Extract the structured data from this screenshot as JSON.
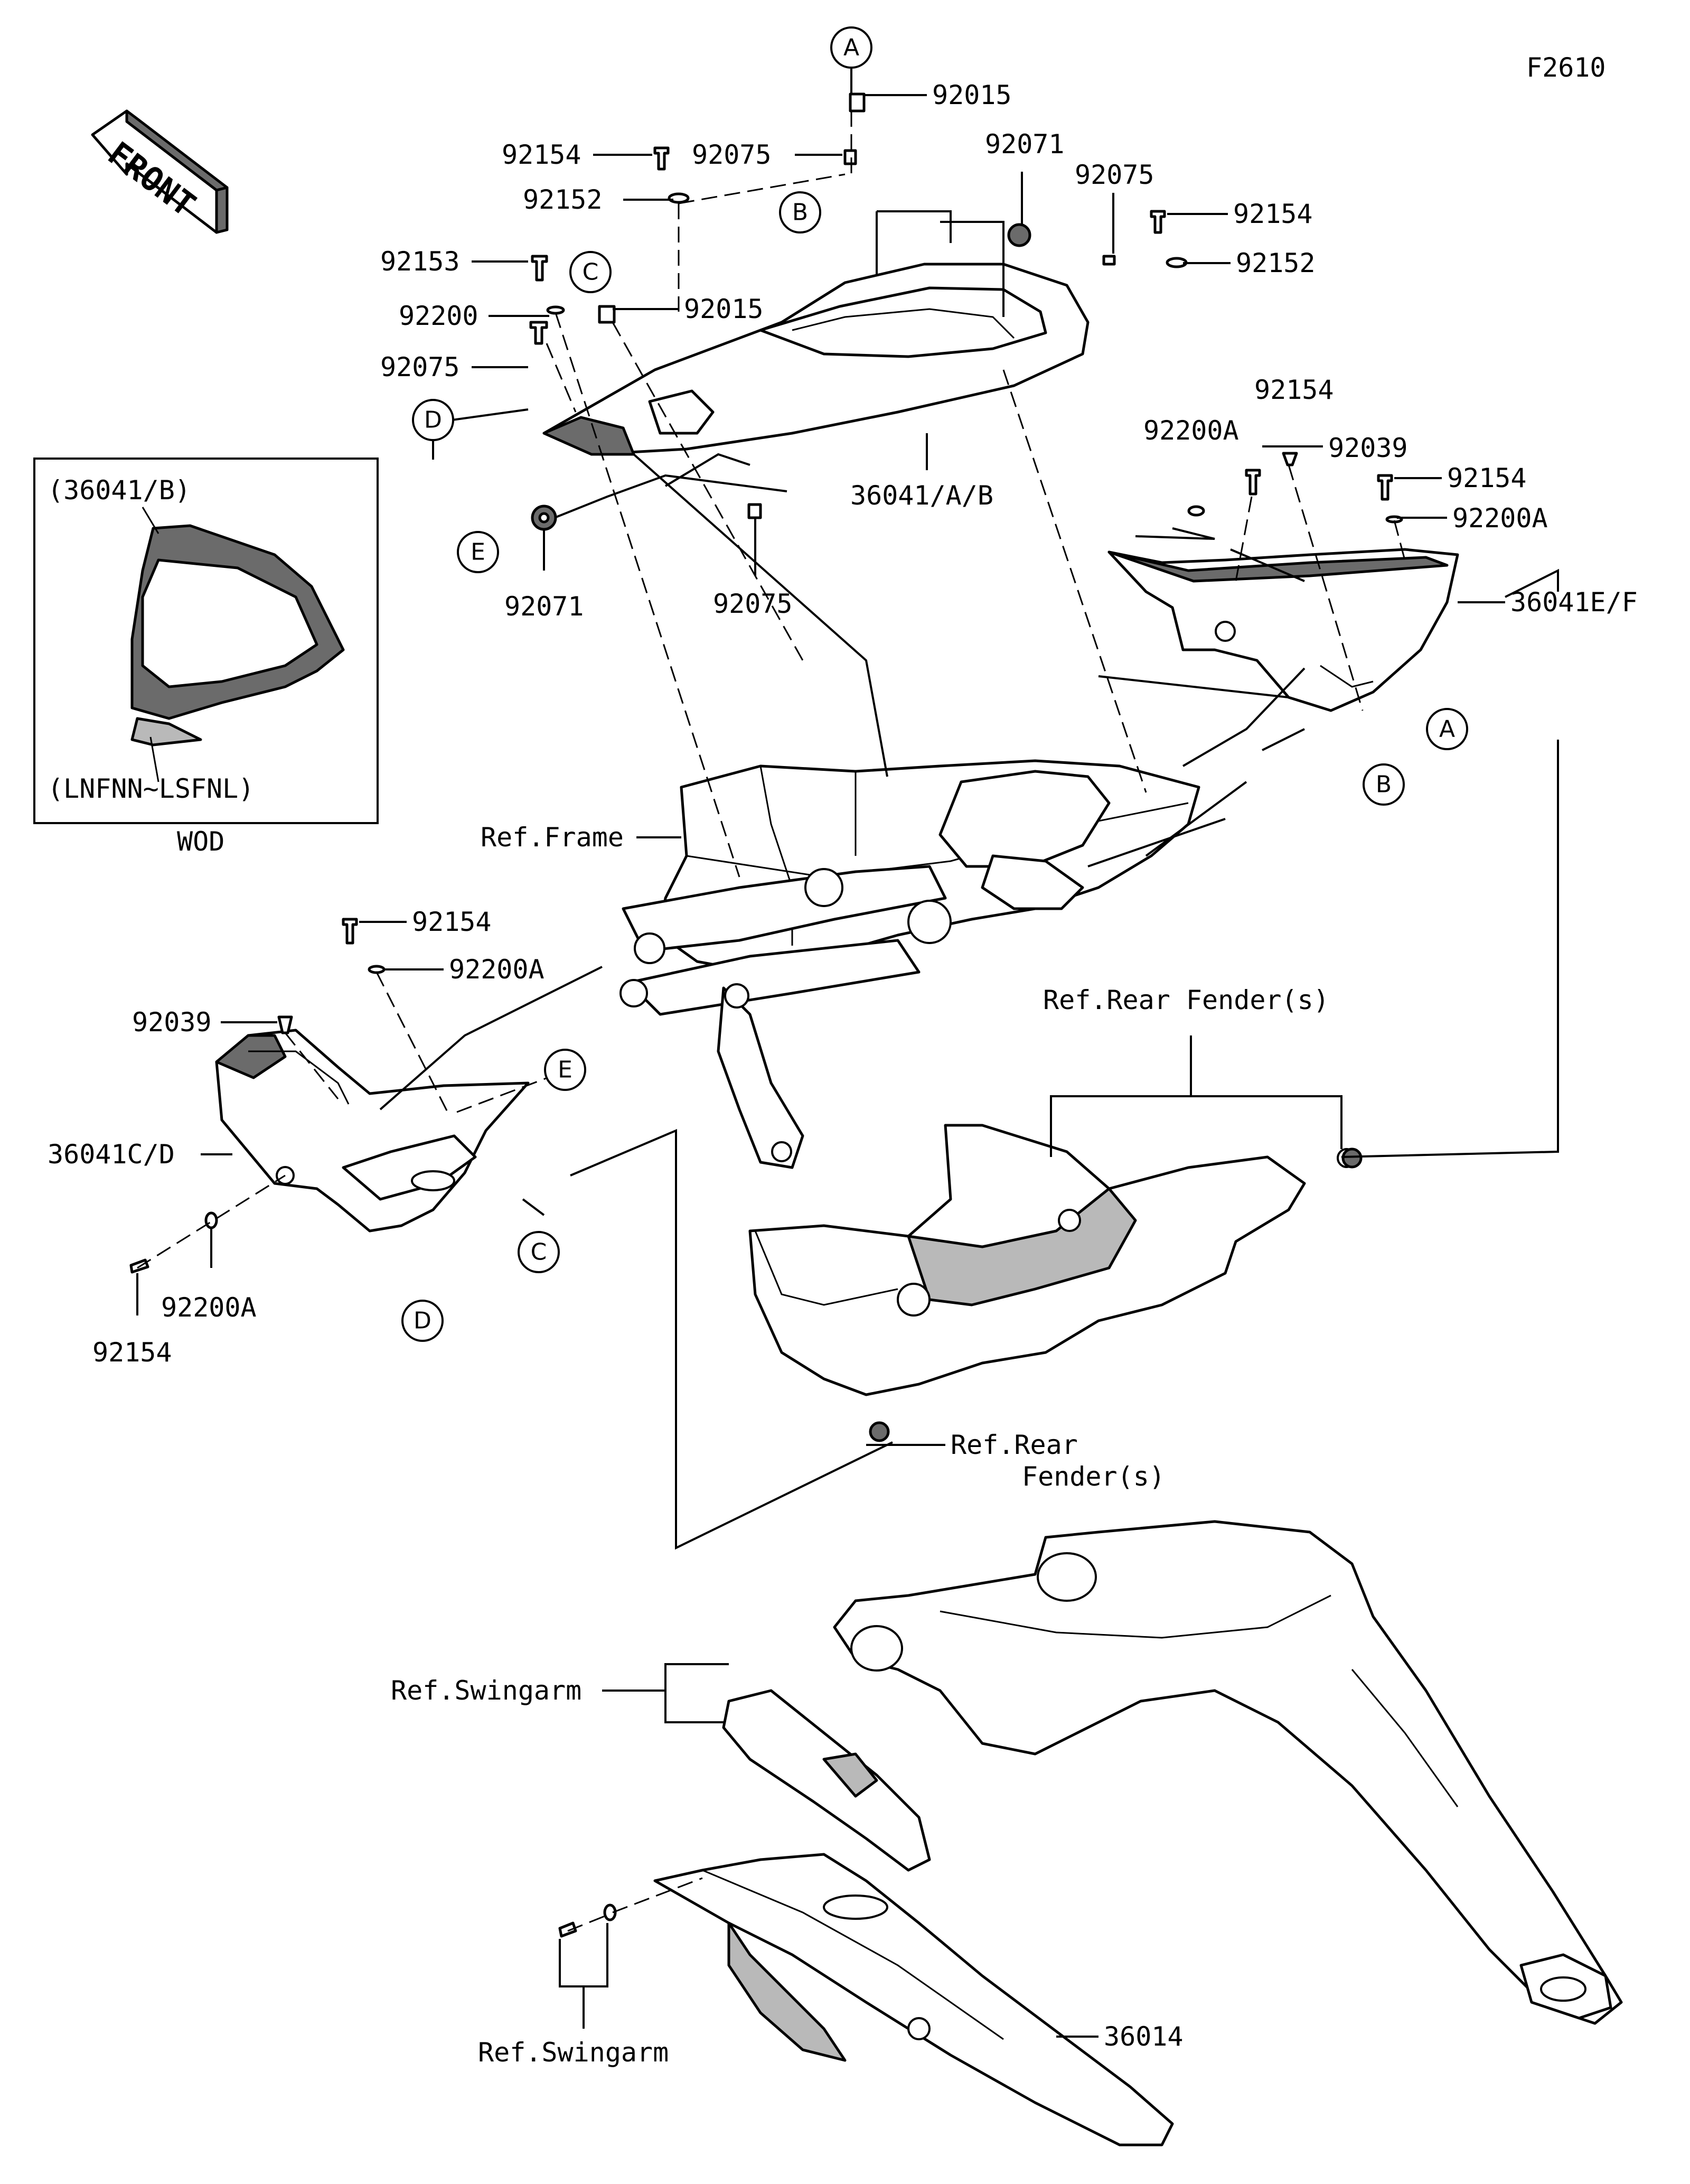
{
  "figure_code": "F2610",
  "front_arrow": {
    "label": "FRONT",
    "icon": "front-direction-arrow-icon"
  },
  "inset": {
    "top_label": "(36041/B)",
    "bottom_label": "(LNFNN~LSFNL)",
    "caption": "WOD"
  },
  "letters": [
    "A",
    "B",
    "C",
    "D",
    "E"
  ],
  "part_labels": [
    "92015",
    "92154",
    "92075",
    "92071",
    "92075",
    "92154",
    "92152",
    "92152",
    "92153",
    "92015",
    "92200",
    "92075",
    "36041/A/B",
    "92071",
    "92075",
    "92154",
    "92200A",
    "92039",
    "92154",
    "92200A",
    "36041E/F",
    "92154",
    "92200A",
    "92039",
    "36041C/D",
    "92200A",
    "92154",
    "36014"
  ],
  "ref_labels": {
    "frame": "Ref.Frame",
    "rear_fender_top": "Ref.Rear Fender(s)",
    "rear_fender_bottom_1": "Ref.Rear",
    "rear_fender_bottom_2": "Fender(s)",
    "swingarm_left": "Ref.Swingarm",
    "swingarm_bottom": "Ref.Swingarm"
  }
}
